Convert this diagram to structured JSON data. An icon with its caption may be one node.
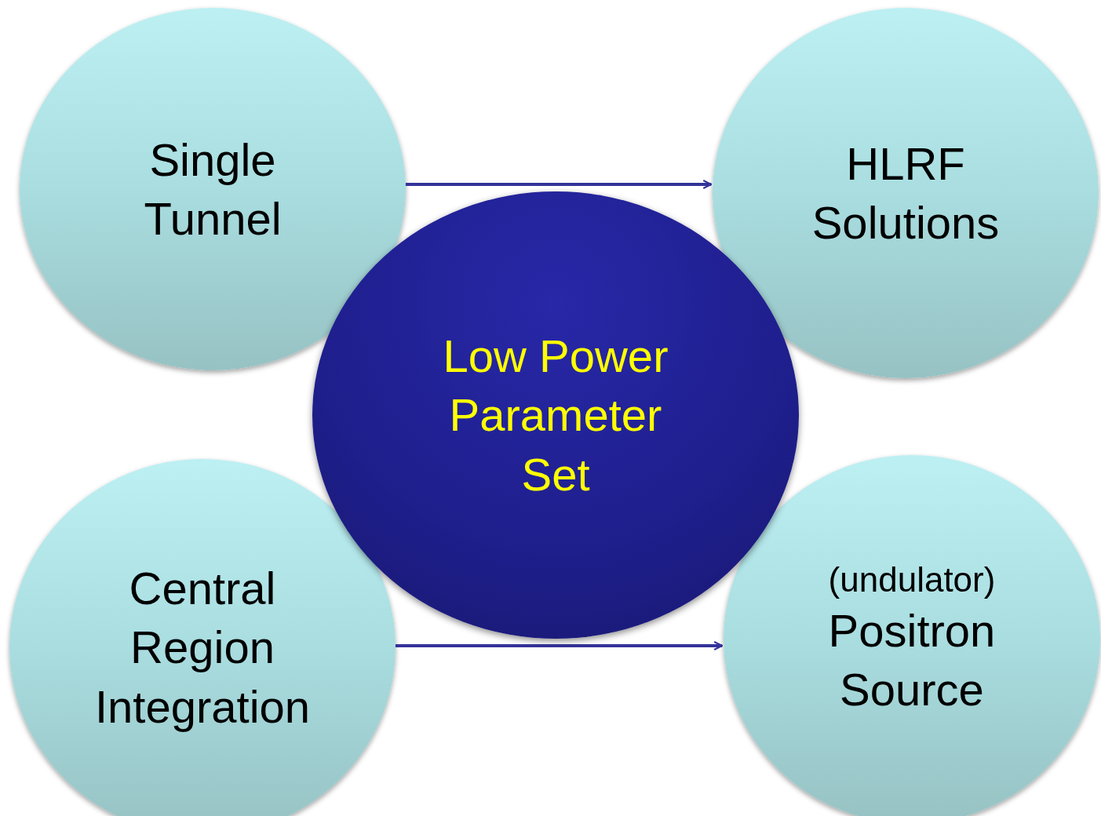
{
  "diagram": {
    "nodes": [
      {
        "text": [
          "Single Tunnel"
        ]
      },
      {
        "text": [
          "HLRF Solutions"
        ]
      },
      {
        "text": [
          "Low Power Parameter Set"
        ]
      },
      {
        "text": [
          "Central Region Integration"
        ]
      },
      {
        "text": [
          "(undulator)",
          "Positron Source"
        ]
      }
    ],
    "edges": [
      {
        "from": 0,
        "to": 1,
        "arrow": "to"
      },
      {
        "from": 3,
        "to": 4,
        "arrow": "to"
      }
    ]
  }
}
